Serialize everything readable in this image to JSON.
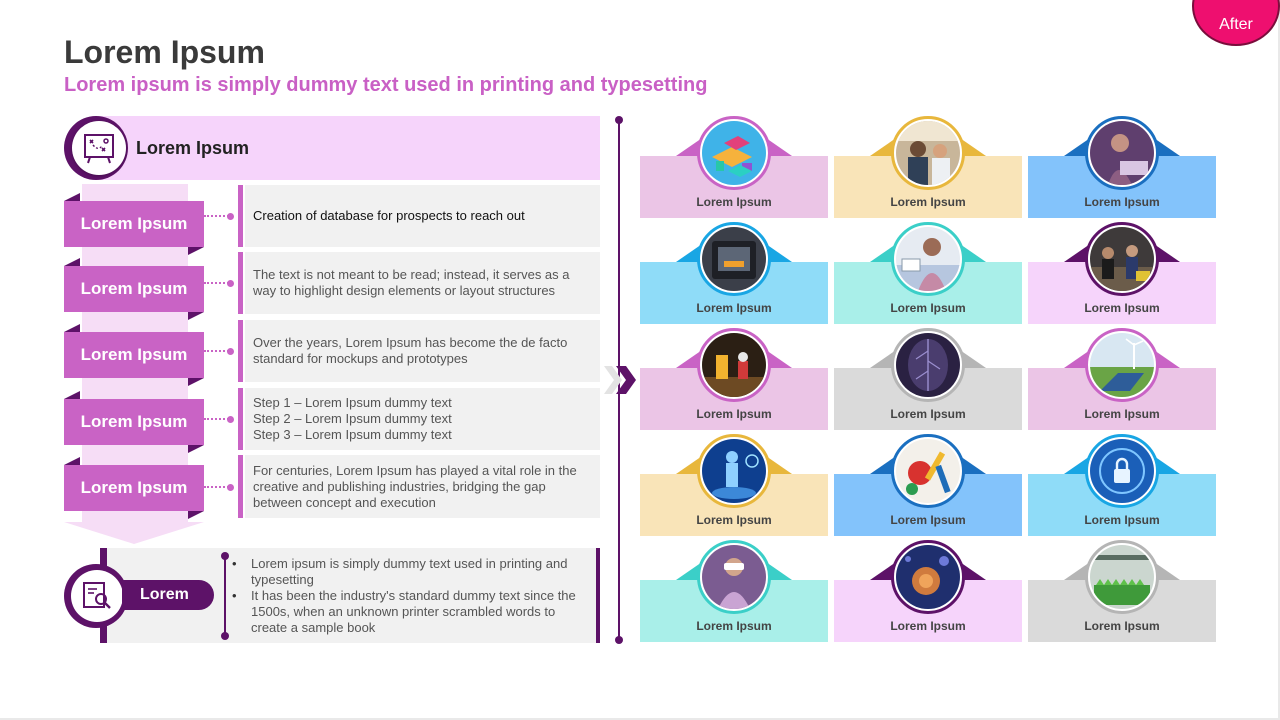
{
  "badge": {
    "label": "After"
  },
  "title": "Lorem Ipsum",
  "subtitle": "Lorem ipsum is simply dummy text used in printing and typesetting",
  "left_panel": {
    "header_label": "Lorem Ipsum",
    "steps": [
      {
        "label": "Lorem Ipsum",
        "text": "Creation of database for prospects to reach out"
      },
      {
        "label": "Lorem Ipsum",
        "text": "The text is not meant to be read; instead, it serves as a way to highlight design elements or layout structures"
      },
      {
        "label": "Lorem Ipsum",
        "text": "Over the years, Lorem Ipsum has become the de facto standard for mockups and prototypes"
      },
      {
        "label": "Lorem Ipsum",
        "text": [
          "Step 1 – Lorem Ipsum dummy text",
          "Step 2 – Lorem Ipsum dummy text",
          "Step 3 – Lorem Ipsum dummy text"
        ]
      },
      {
        "label": "Lorem Ipsum",
        "text": "For centuries, Lorem Ipsum has played a vital role in the creative and publishing industries, bridging the gap between concept and execution"
      }
    ],
    "bottom": {
      "pill_label": "Lorem",
      "bullets": [
        "Lorem ipsum is simply dummy text used in printing and typesetting",
        "It has been the industry's standard dummy text since the 1500s, when an unknown printer scrambled words to create a sample book"
      ]
    }
  },
  "grid": {
    "cards": [
      {
        "label": "Lorem Ipsum",
        "color": "#c963c5",
        "bg": "#ebc5e6",
        "photo": "isometric-city"
      },
      {
        "label": "Lorem Ipsum",
        "color": "#e8b73c",
        "bg": "#f9e4b8",
        "photo": "people-office"
      },
      {
        "label": "Lorem Ipsum",
        "color": "#1a6fc0",
        "bg": "#83c3fb",
        "photo": "woman-laptop"
      },
      {
        "label": "Lorem Ipsum",
        "color": "#19a6e4",
        "bg": "#8fdcf8",
        "photo": "3d-printer"
      },
      {
        "label": "Lorem Ipsum",
        "color": "#3bcfc8",
        "bg": "#a9efe9",
        "photo": "woman-presenting"
      },
      {
        "label": "Lorem Ipsum",
        "color": "#5d1268",
        "bg": "#f6d4fb",
        "photo": "workshop-team"
      },
      {
        "label": "Lorem Ipsum",
        "color": "#c963c5",
        "bg": "#ebc5e6",
        "photo": "chess-pieces"
      },
      {
        "label": "Lorem Ipsum",
        "color": "#b5b5b5",
        "bg": "#dadada",
        "photo": "leaf-network"
      },
      {
        "label": "Lorem Ipsum",
        "color": "#c963c5",
        "bg": "#ebc5e6",
        "photo": "wind-solar"
      },
      {
        "label": "Lorem Ipsum",
        "color": "#e8b73c",
        "bg": "#f9e4b8",
        "photo": "digital-human"
      },
      {
        "label": "Lorem Ipsum",
        "color": "#1a6fc0",
        "bg": "#83c3fb",
        "photo": "paint-brushes"
      },
      {
        "label": "Lorem Ipsum",
        "color": "#19a6e4",
        "bg": "#8fdcf8",
        "photo": "security-lock"
      },
      {
        "label": "Lorem Ipsum",
        "color": "#3bcfc8",
        "bg": "#a9efe9",
        "photo": "vr-headset"
      },
      {
        "label": "Lorem Ipsum",
        "color": "#5d1268",
        "bg": "#f6d4fb",
        "photo": "cell-microscope"
      },
      {
        "label": "Lorem Ipsum",
        "color": "#b5b5b5",
        "bg": "#dadada",
        "photo": "vertical-farm"
      }
    ]
  },
  "colors": {
    "primary": "#5d1268",
    "accent": "#c963c5",
    "light": "#f6d4fb",
    "badge": "#ee0f6f"
  }
}
